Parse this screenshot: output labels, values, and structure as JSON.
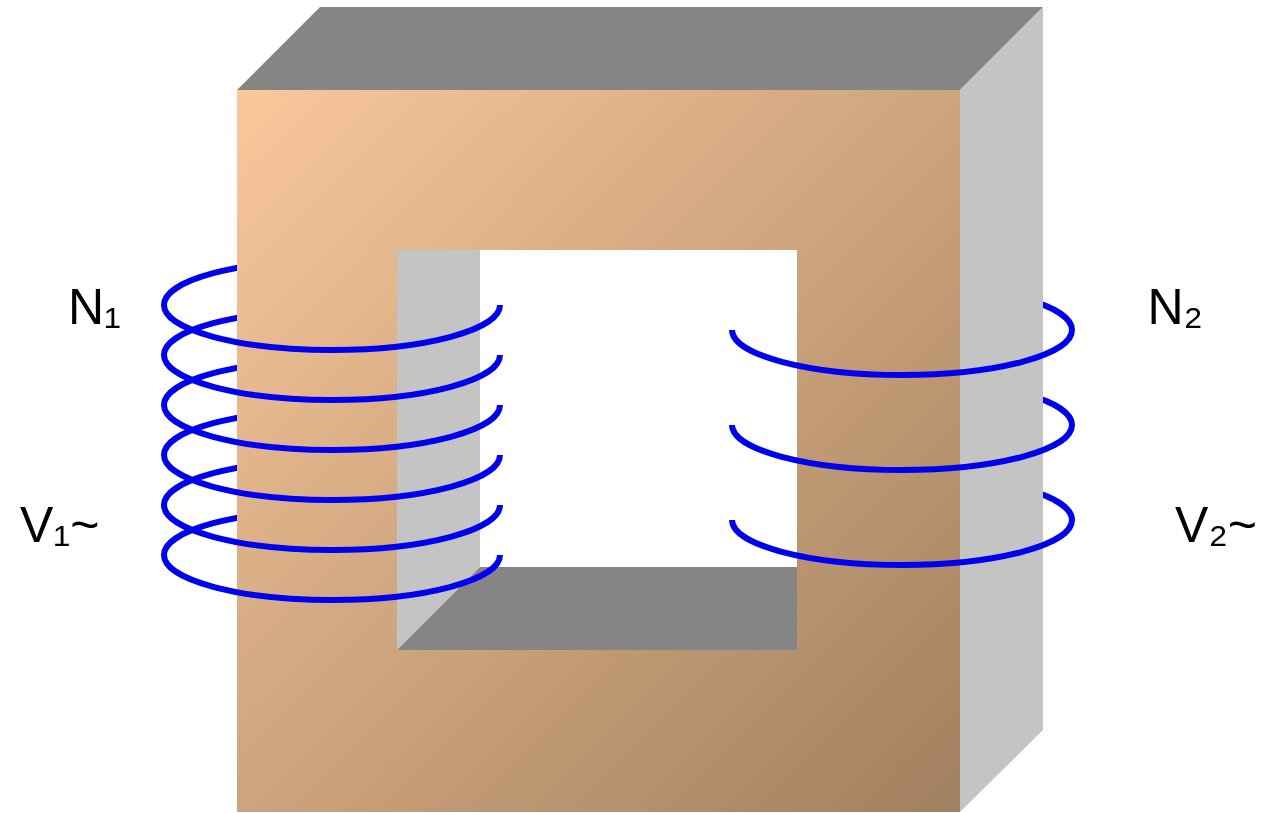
{
  "diagram": {
    "labels": [
      "N₁",
      "V₁~",
      "N₂",
      "V₂~"
    ]
  }
}
